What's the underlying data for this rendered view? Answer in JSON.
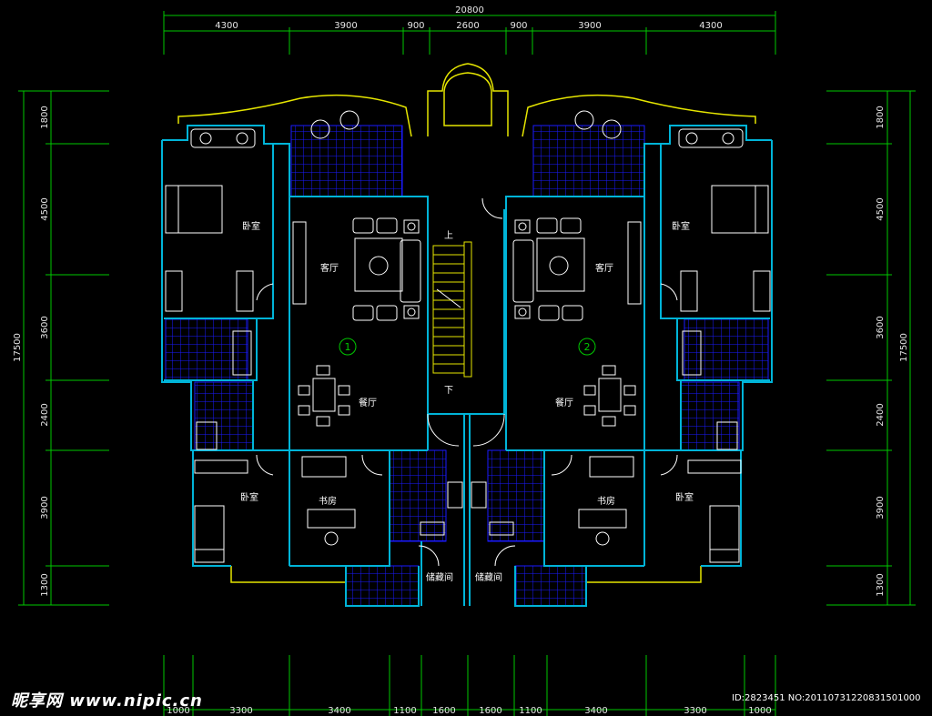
{
  "dimensions": {
    "overall_width": "20800",
    "top_segments": [
      "4300",
      "3900",
      "900",
      "2600",
      "900",
      "3900",
      "4300"
    ],
    "bottom_segments": [
      "1000",
      "3300",
      "3400",
      "1100",
      "1600",
      "1600",
      "1100",
      "3400",
      "3300",
      "1000"
    ],
    "left_segments": [
      "1800",
      "4500",
      "3600",
      "2400",
      "3900",
      "1300"
    ],
    "right_segments": [
      "1800",
      "4500",
      "3600",
      "2400",
      "3900",
      "1300"
    ],
    "overall_height_left": "17500",
    "overall_height_right": "17500"
  },
  "rooms": {
    "bedroom": "卧室",
    "living_room": "客厅",
    "dining_room": "餐厅",
    "study": "书房",
    "storage": "储藏间",
    "stair_up": "上",
    "stair_down": "下"
  },
  "units": {
    "left": "1",
    "right": "2"
  },
  "watermark": {
    "site": "昵享网 www.nipic.cn",
    "id": "ID:2823451 NO:20110731220831501000"
  },
  "colors": {
    "dimension_lines": "#00c800",
    "walls": "#00b4d8",
    "balcony": "#e6e600",
    "tiles": "#1a1aff",
    "furniture": "#ffffff"
  }
}
